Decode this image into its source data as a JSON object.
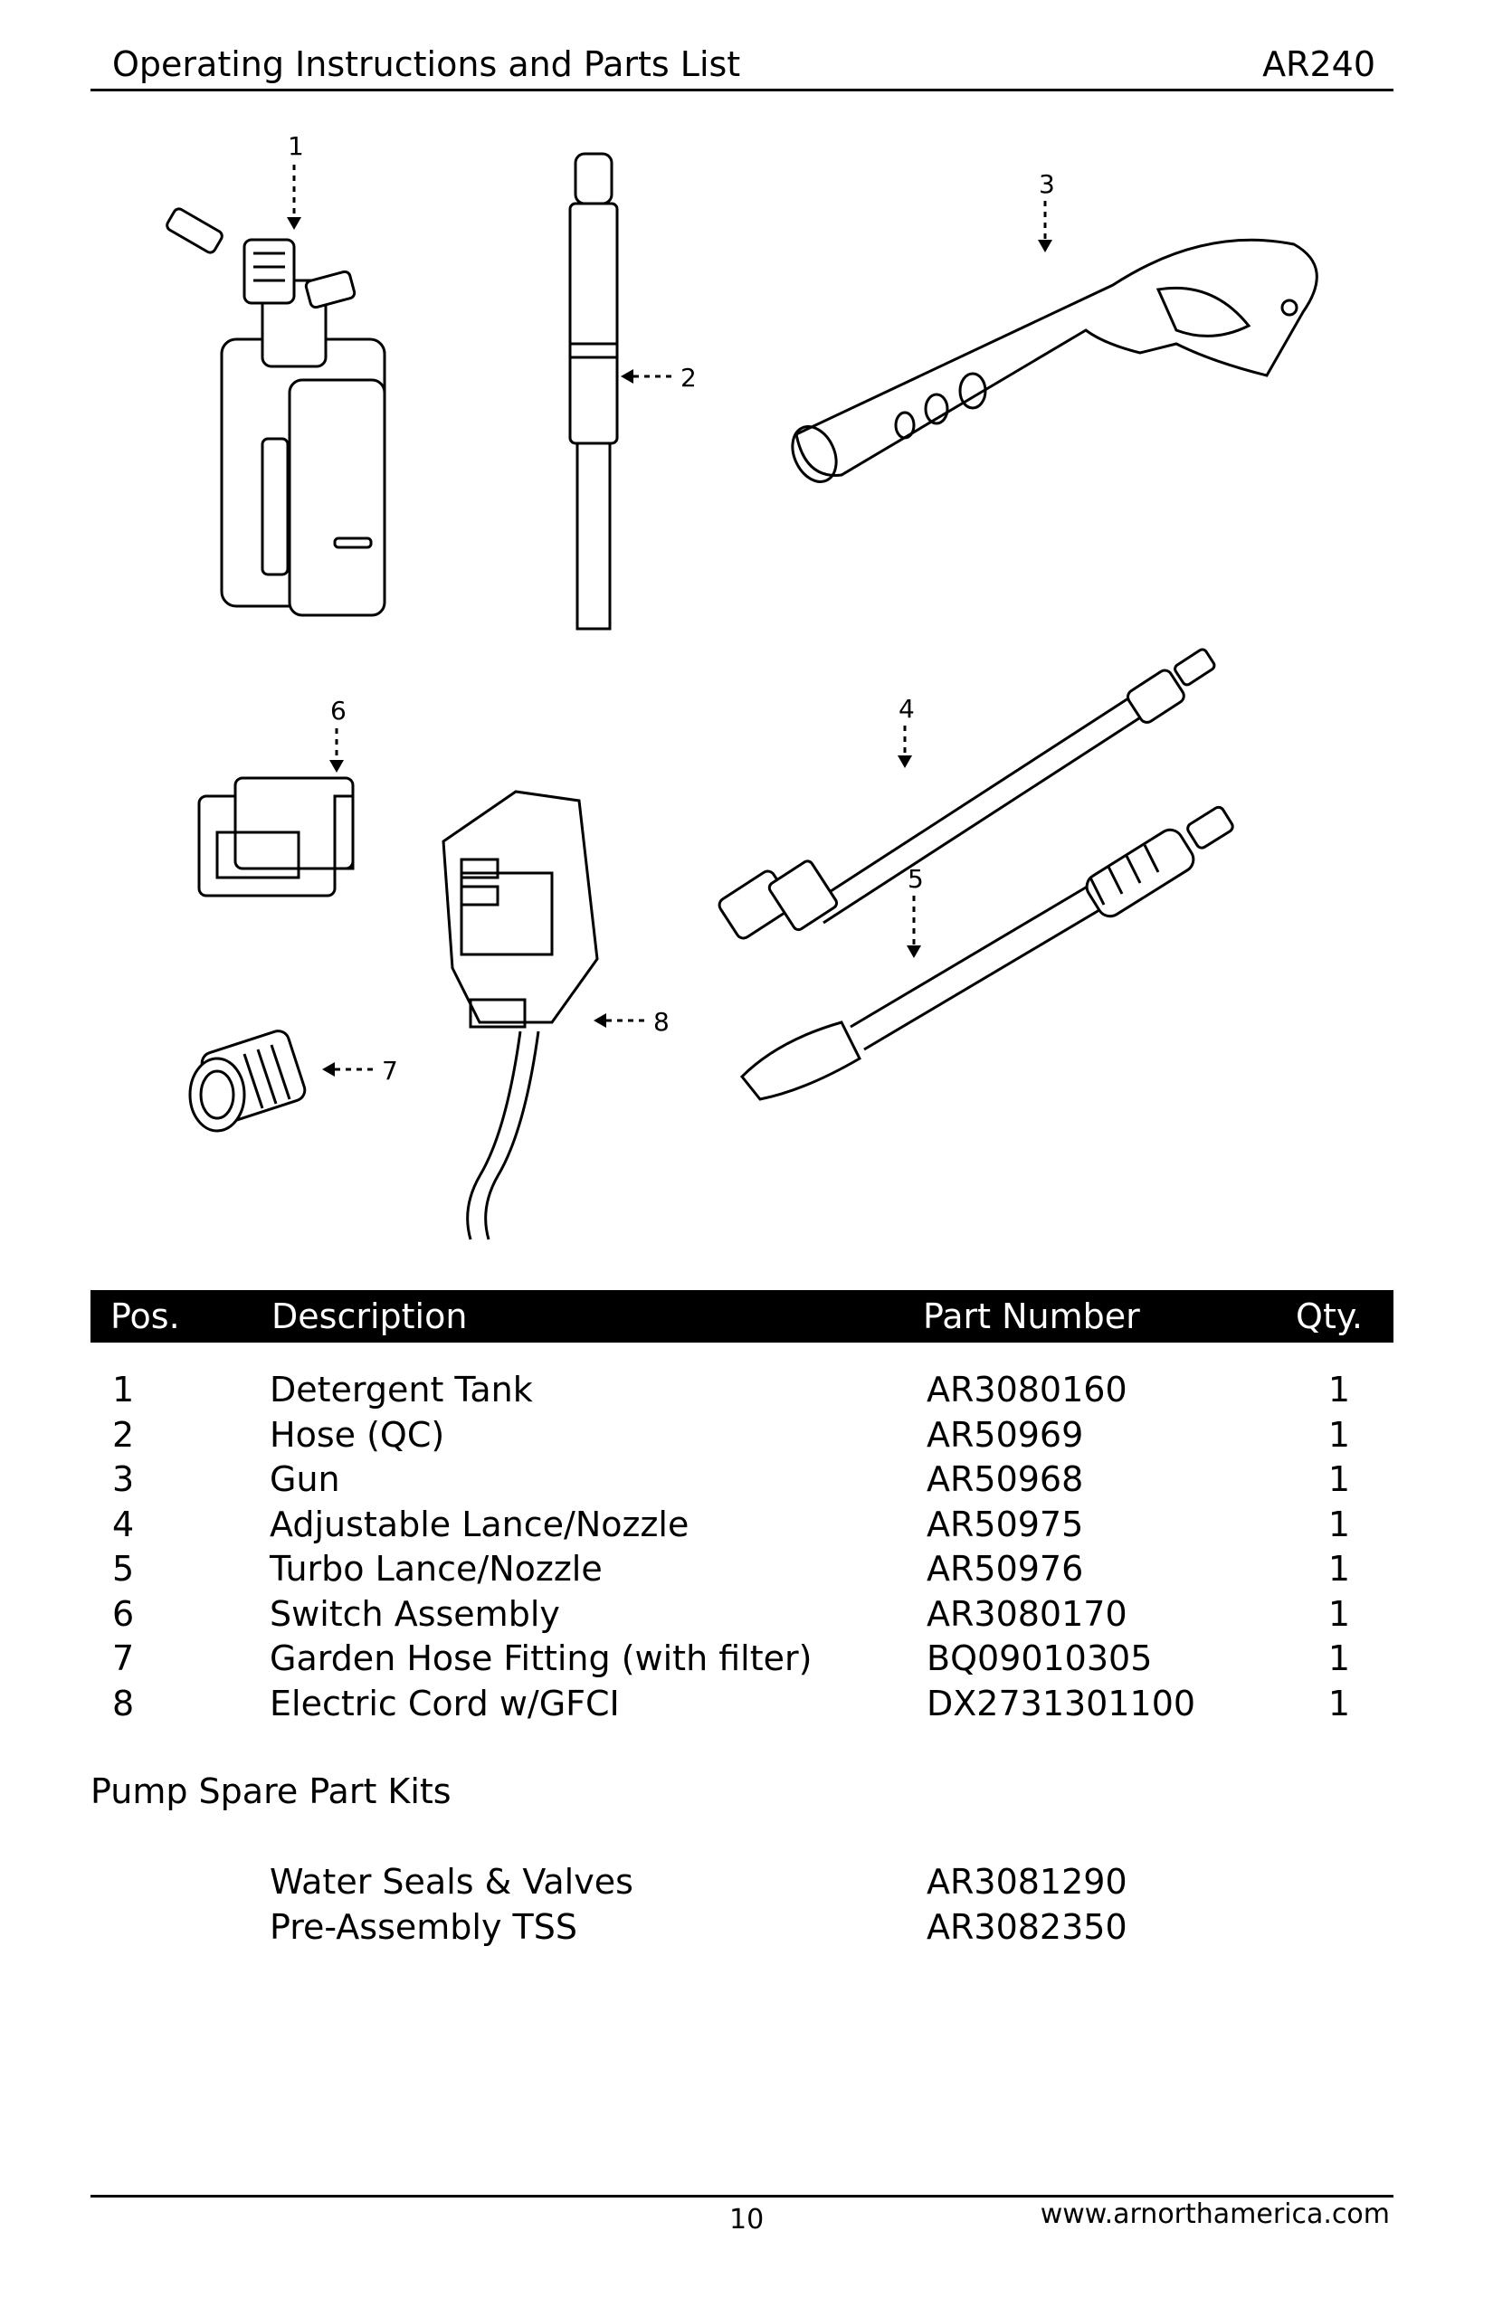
{
  "header": {
    "title": "Operating Instructions and Parts List",
    "model": "AR240"
  },
  "figure": {
    "callouts": [
      "1",
      "2",
      "3",
      "4",
      "5",
      "6",
      "7",
      "8"
    ]
  },
  "table": {
    "headers": {
      "pos": "Pos.",
      "description": "Description",
      "part_number": "Part Number",
      "qty": "Qty."
    },
    "rows": [
      {
        "pos": "1",
        "description": "Detergent Tank",
        "part_number": "AR3080160",
        "qty": "1"
      },
      {
        "pos": "2",
        "description": "Hose (QC)",
        "part_number": "AR50969",
        "qty": "1"
      },
      {
        "pos": "3",
        "description": "Gun",
        "part_number": "AR50968",
        "qty": "1"
      },
      {
        "pos": "4",
        "description": "Adjustable Lance/Nozzle",
        "part_number": "AR50975",
        "qty": "1"
      },
      {
        "pos": "5",
        "description": "Turbo Lance/Nozzle",
        "part_number": "AR50976",
        "qty": "1"
      },
      {
        "pos": "6",
        "description": "Switch Assembly",
        "part_number": "AR3080170",
        "qty": "1"
      },
      {
        "pos": "7",
        "description": "Garden Hose Fitting (with filter)",
        "part_number": "BQ09010305",
        "qty": "1"
      },
      {
        "pos": "8",
        "description": "Electric Cord w/GFCI",
        "part_number": "DX2731301100",
        "qty": "1"
      }
    ]
  },
  "kits": {
    "title": "Pump Spare Part Kits",
    "items": [
      {
        "description": "Water Seals & Valves",
        "part_number": "AR3081290"
      },
      {
        "description": "Pre-Assembly TSS",
        "part_number": "AR3082350"
      }
    ]
  },
  "footer": {
    "page": "10",
    "website": "www.arnorthamerica.com"
  }
}
